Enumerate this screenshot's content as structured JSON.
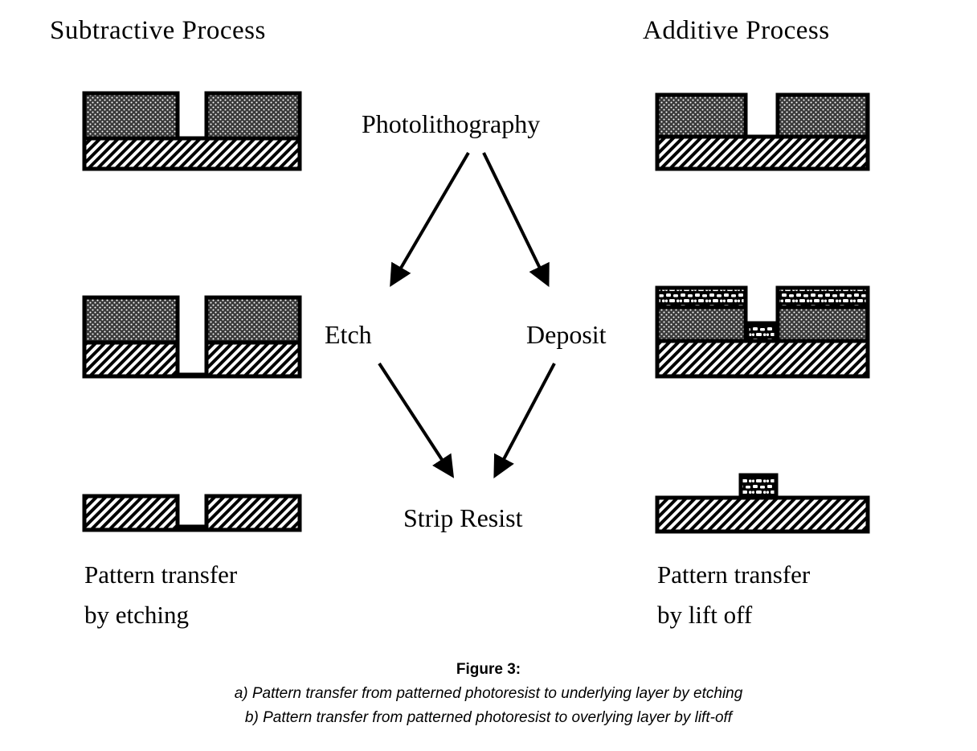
{
  "figure": {
    "columns": {
      "left_title": "Subtractive Process",
      "right_title": "Additive Process"
    },
    "flow": {
      "start": "Photolithography",
      "branch_left": "Etch",
      "branch_right": "Deposit",
      "end": "Strip Resist"
    },
    "panel_captions": {
      "left": "Pattern transfer\nby etching",
      "right": "Pattern transfer\nby lift off"
    },
    "caption": {
      "title": "Figure 3:",
      "line_a": "a) Pattern transfer from patterned photoresist to underlying layer by etching",
      "line_b": "b) Pattern transfer from patterned photoresist to overlying layer by lift-off"
    },
    "legend": {
      "substrate_fill": "diagonal-hatch",
      "photoresist_fill": "dense-dot-stipple",
      "deposited_fill": "coarse-blotch",
      "stroke_color": "#000000",
      "background_color": "#ffffff"
    },
    "stages": {
      "left": [
        {
          "name": "patterned-photoresist-on-substrate",
          "step": 1,
          "description": "Patterned photoresist over substrate with open window"
        },
        {
          "name": "etched-substrate-with-resist",
          "step": 2,
          "description": "Trench etched into substrate through resist window"
        },
        {
          "name": "etched-substrate-resist-stripped",
          "step": 3,
          "description": "Resist stripped leaving etched trench in substrate"
        }
      ],
      "right": [
        {
          "name": "patterned-photoresist-on-substrate",
          "step": 1,
          "description": "Patterned photoresist over substrate with open window"
        },
        {
          "name": "deposited-film-over-resist",
          "step": 2,
          "description": "Film deposited over resist and into window onto substrate"
        },
        {
          "name": "lifted-off-pad-on-substrate",
          "step": 3,
          "description": "Resist lifted off leaving deposited pad on substrate"
        }
      ]
    }
  }
}
